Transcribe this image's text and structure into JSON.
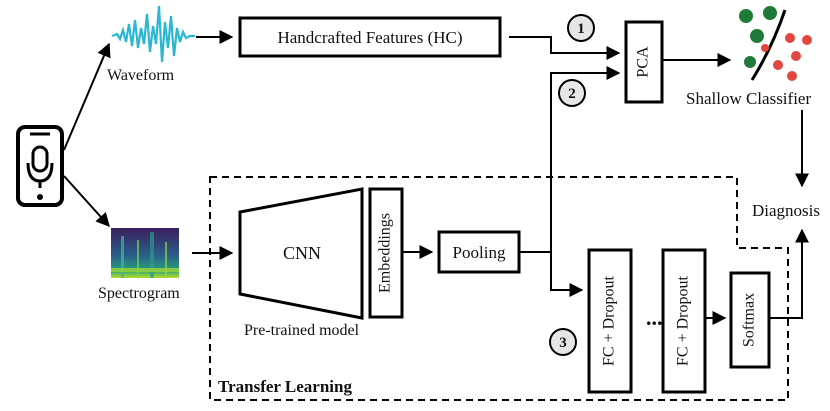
{
  "labels": {
    "waveform": "Waveform",
    "spectrogram": "Spectrogram",
    "handcrafted": "Handcrafted Features (HC)",
    "pca": "PCA",
    "shallow_classifier": "Shallow Classifier",
    "diagnosis": "Diagnosis",
    "cnn": "CNN",
    "embeddings": "Embeddings",
    "pooling": "Pooling",
    "pretrained": "Pre-trained model",
    "fc_dropout_1": "FC + Dropout",
    "ellipsis": "...",
    "fc_dropout_2": "FC + Dropout",
    "softmax": "Softmax",
    "transfer_learning": "Transfer Learning"
  },
  "steps": [
    "1",
    "2",
    "3"
  ],
  "colors": {
    "waveform": "#29b7d3",
    "classifier_green": "#1f7a3a",
    "classifier_red": "#e2473f",
    "spectrogram_dark": "#3b1f5c",
    "spectrogram_mid": "#2a7f8a",
    "spectrogram_bright": "#b8de29",
    "step_circle_fill": "#e6e6e6"
  },
  "icons": [
    "smartphone-microphone-icon",
    "waveform-icon",
    "spectrogram-icon",
    "classifier-scatter-icon"
  ]
}
